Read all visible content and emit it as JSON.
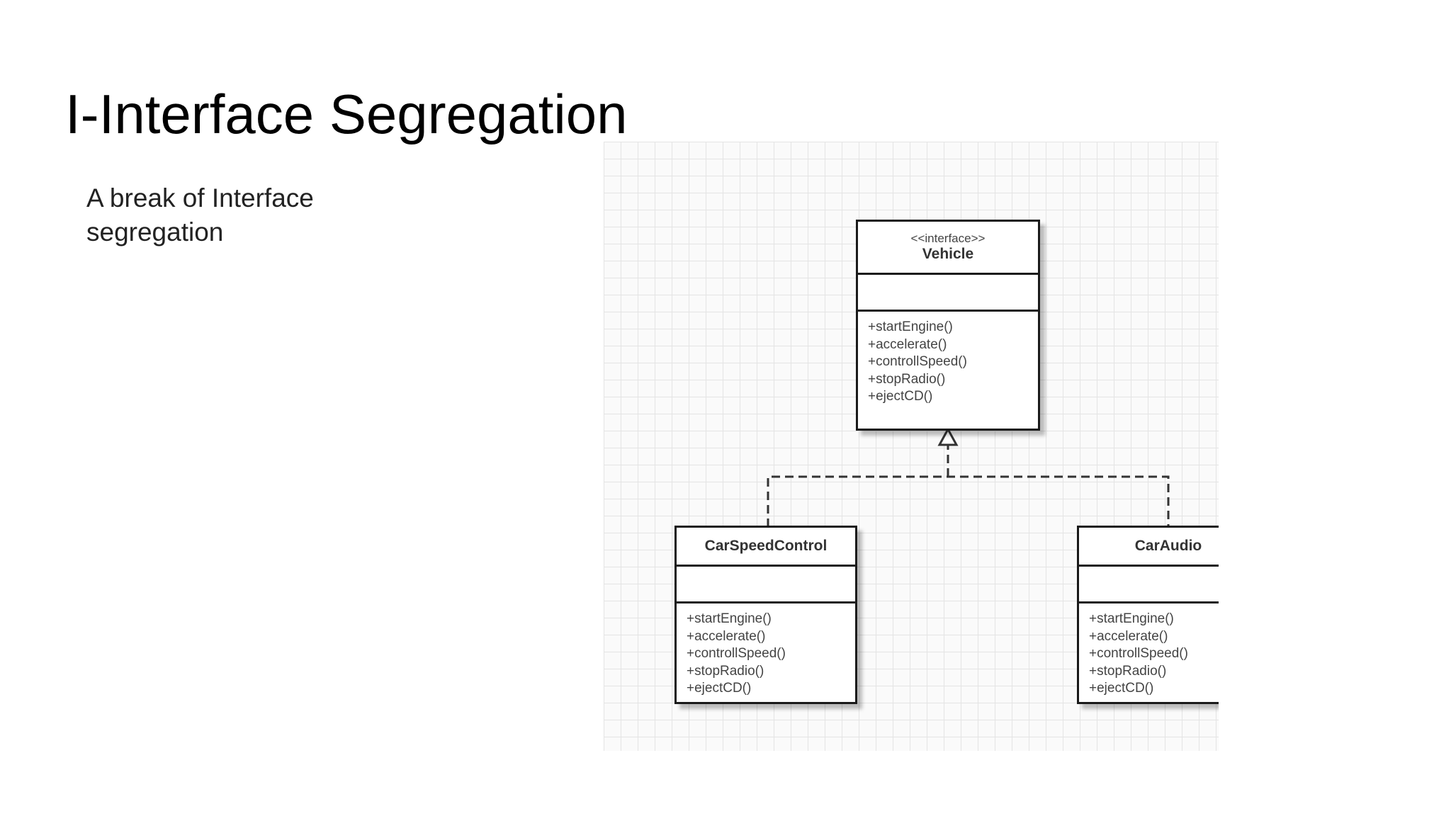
{
  "slide": {
    "title": "I-Interface Segregation",
    "body": "A break of Interface segregation"
  },
  "diagram": {
    "interface": {
      "stereotype": "<<interface>>",
      "name": "Vehicle",
      "methods": [
        "+startEngine()",
        "+accelerate()",
        "+controllSpeed()",
        "+stopRadio()",
        "+ejectCD()"
      ]
    },
    "classes": [
      {
        "name": "CarSpeedControl",
        "methods": [
          "+startEngine()",
          "+accelerate()",
          "+controllSpeed()",
          "+stopRadio()",
          "+ejectCD()"
        ]
      },
      {
        "name": "CarAudio",
        "methods": [
          "+startEngine()",
          "+accelerate()",
          "+controllSpeed()",
          "+stopRadio()",
          "+ejectCD()"
        ]
      }
    ],
    "relationship": "realization"
  }
}
